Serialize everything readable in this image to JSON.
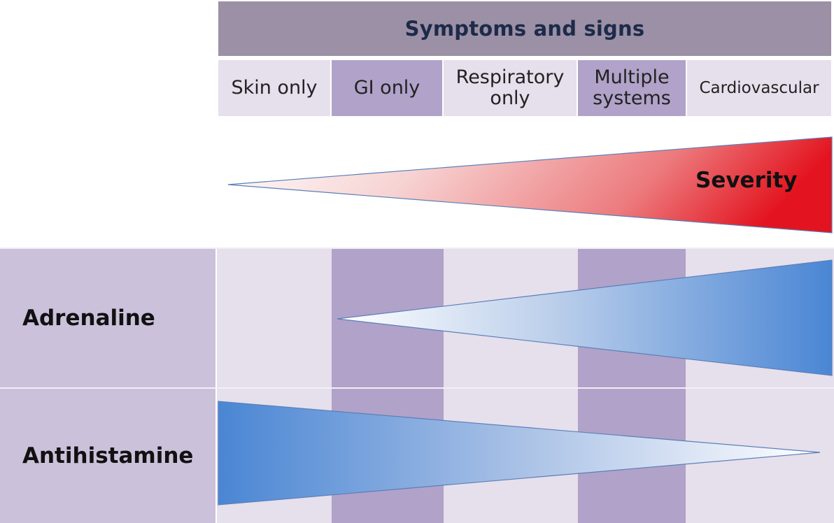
{
  "header": {
    "title": "Symptoms and signs"
  },
  "columns": [
    {
      "label": "Skin only",
      "shade": "light"
    },
    {
      "label": "GI only",
      "shade": "dark"
    },
    {
      "label": "Respiratory\nonly",
      "shade": "light"
    },
    {
      "label": "Multiple\nsystems",
      "shade": "dark"
    },
    {
      "label": "Cardiovascular",
      "shade": "light"
    }
  ],
  "severity": {
    "label": "Severity",
    "color_start": "#ffffff",
    "color_end": "#e3141f"
  },
  "rows": [
    {
      "label": "Adrenaline",
      "direction": "increasing",
      "starts_at_column": "GI only",
      "color": "#4a86d4"
    },
    {
      "label": "Antihistamine",
      "direction": "decreasing",
      "color": "#4a86d4"
    }
  ],
  "colors": {
    "header": "#9b90a5",
    "light_stripe": "#e6dfec",
    "dark_stripe": "#b1a2c9",
    "row_label_bg": "#cbc1da"
  }
}
